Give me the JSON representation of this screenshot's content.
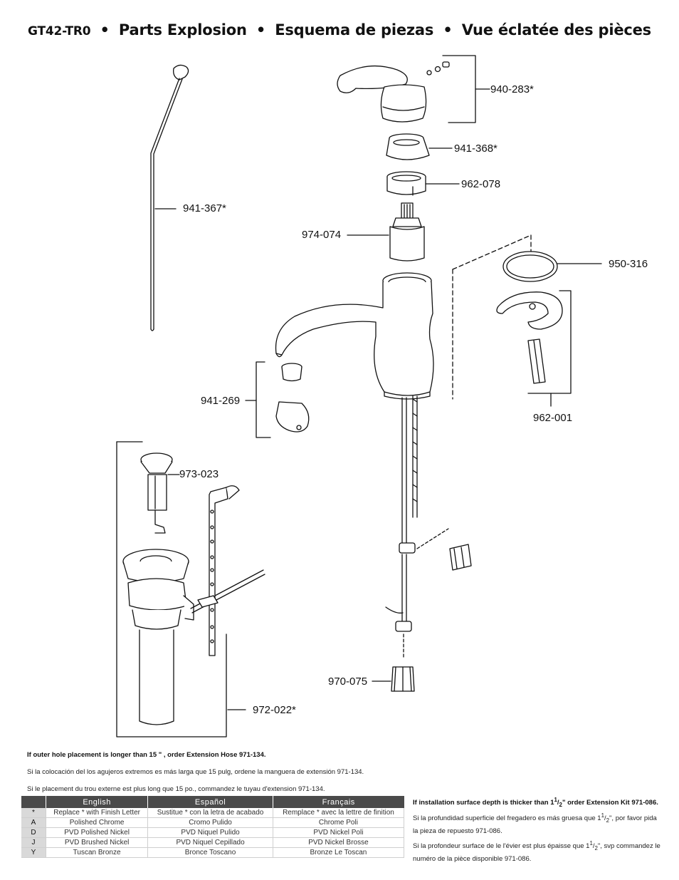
{
  "header": {
    "model": "GT42-TR0",
    "sep": "•",
    "title_en": "Parts Explosion",
    "title_es": "Esquema de piezas",
    "title_fr": "Vue éclatée des pièces"
  },
  "parts": [
    {
      "id": "p940283",
      "number": "940-283*"
    },
    {
      "id": "p941368",
      "number": "941-368*"
    },
    {
      "id": "p962078",
      "number": "962-078"
    },
    {
      "id": "p941367",
      "number": "941-367*"
    },
    {
      "id": "p974074",
      "number": "974-074"
    },
    {
      "id": "p950316",
      "number": "950-316"
    },
    {
      "id": "p962001",
      "number": "962-001"
    },
    {
      "id": "p941269",
      "number": "941-269"
    },
    {
      "id": "p973023",
      "number": "973-023"
    },
    {
      "id": "p970075",
      "number": "970-075"
    },
    {
      "id": "p972022",
      "number": "972-022*"
    }
  ],
  "hose_notes": {
    "en": "If outer hole placement is longer than 15 \" , order Extension Hose  971-134.",
    "es": "Si la colocación del los agujeros extremos es más larga que 15 pulg, ordene la manguera de extensión 971-134.",
    "fr": "Si le placement du trou externe est plus long que 15 po., commandez le tuyau d'extension 971-134."
  },
  "depth_notes": {
    "en_prefix": "If installation surface depth is thicker than 1",
    "en_suffix": "\" order Extension Kit 971-086.",
    "es_prefix": "Si la profundidad superficie del fregadero es más gruesa que 1",
    "es_suffix": "\", por favor pida la pieza de repuesto 971-086.",
    "fr_prefix": "Si la profondeur surface de le l'évier est plus épaisse que 1",
    "fr_suffix": "\", svp commandez le numéro de la pièce disponible 971-086.",
    "frac_num": "1",
    "frac_den": "2"
  },
  "finish_table": {
    "headers": [
      "English",
      "Español",
      "Français"
    ],
    "rows": [
      {
        "code": "*",
        "en": "Replace * with Finish Letter",
        "es": "Sustitue * con la letra de acabado",
        "fr": "Remplace * avec la lettre de finition"
      },
      {
        "code": "A",
        "en": "Polished Chrome",
        "es": "Cromo Pulido",
        "fr": "Chrome Poli"
      },
      {
        "code": "D",
        "en": "PVD Polished Nickel",
        "es": "PVD Niquel Pulido",
        "fr": "PVD Nickel Poli"
      },
      {
        "code": "J",
        "en": "PVD Brushed Nickel",
        "es": "PVD Niquel Cepillado",
        "fr": "PVD Nickel Brosse"
      },
      {
        "code": "Y",
        "en": "Tuscan Bronze",
        "es": "Bronce Toscano",
        "fr": "Bronze Le Toscan"
      }
    ]
  }
}
